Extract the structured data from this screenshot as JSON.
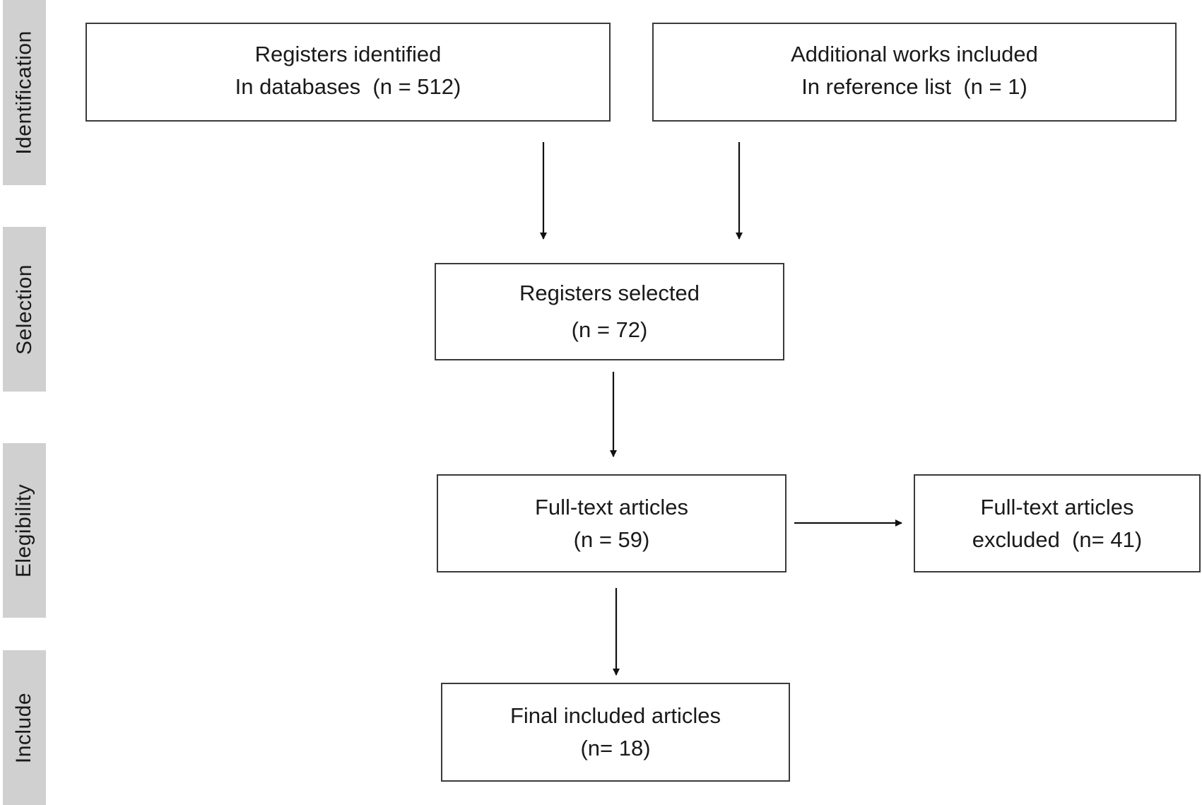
{
  "stages": [
    {
      "id": "identification",
      "label": "Identification"
    },
    {
      "id": "selection",
      "label": "Selection"
    },
    {
      "id": "elegibility",
      "label": "Elegibility"
    },
    {
      "id": "include",
      "label": "Include"
    }
  ],
  "boxes": {
    "registers_identified": {
      "line1": "Registers identified",
      "line2": "In databases  (n = 512)"
    },
    "additional_works": {
      "line1": "Additional works included",
      "line2": "In reference list  (n = 1)"
    },
    "registers_selected": {
      "line1": "Registers selected",
      "line2": "(n = 72)"
    },
    "full_text": {
      "line1": "Full-text articles",
      "line2": "(n = 59)"
    },
    "full_text_excluded": {
      "line1": "Full-text articles",
      "line2": "excluded  (n= 41)"
    },
    "final_included": {
      "line1": "Final included articles",
      "line2": "(n= 18)"
    }
  },
  "colors": {
    "stage_band": "#d0d0d0",
    "box_border": "#3a3a3a",
    "arrow": "#111111"
  }
}
